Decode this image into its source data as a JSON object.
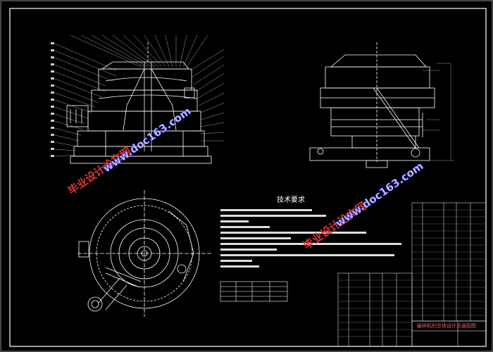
{
  "watermarks": {
    "cn_text": "毕业设计论文网",
    "url_text": "www.doc163.com"
  },
  "tech_requirements": {
    "title": "技术要求"
  },
  "title_block": {
    "name": "破碎机的总体设计总装配图"
  },
  "colors": {
    "background": "#000000",
    "linework": "#ffffff",
    "watermark_cn": "#e03434",
    "watermark_url": "#4040ff"
  }
}
